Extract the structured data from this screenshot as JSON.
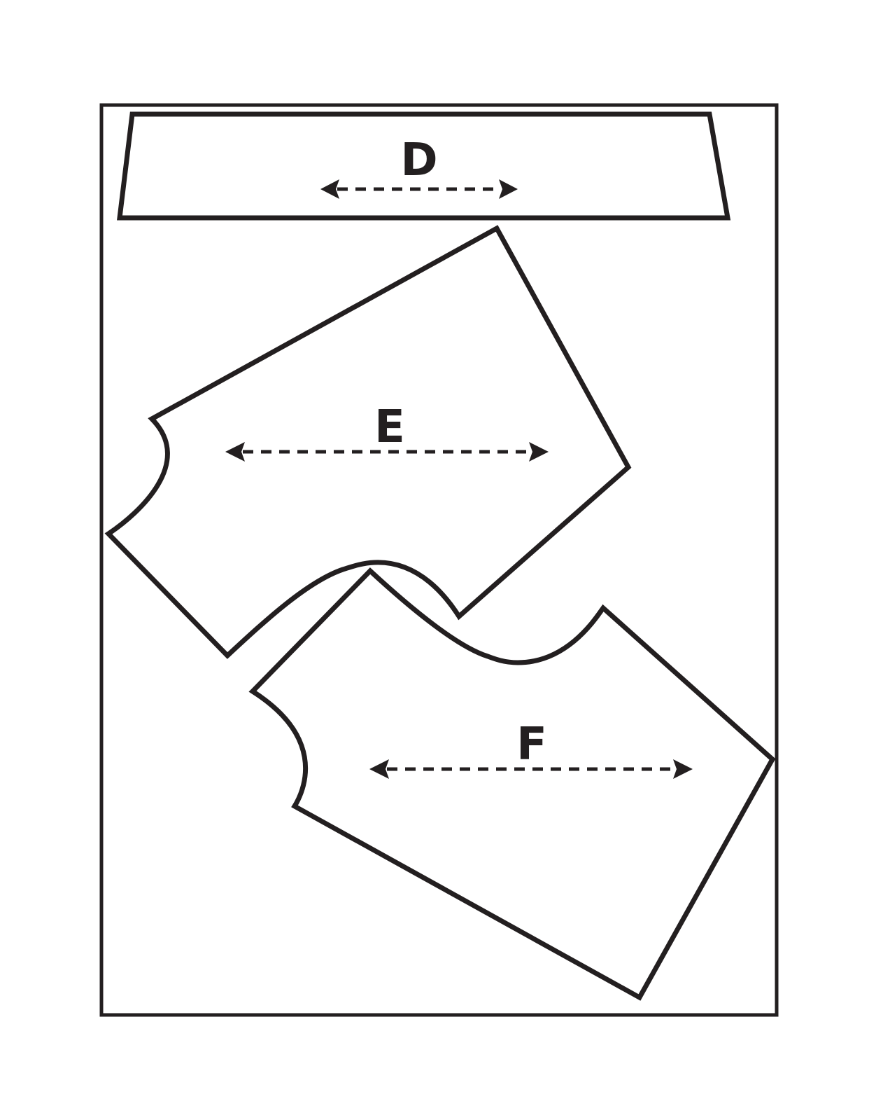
{
  "colors": {
    "ink": "#231f20",
    "background": "#ffffff"
  },
  "pieces": [
    {
      "id": "D",
      "label": "D"
    },
    {
      "id": "E",
      "label": "E"
    },
    {
      "id": "F",
      "label": "F"
    }
  ],
  "icons": {
    "grain_arrow": "double-headed-arrow-icon"
  }
}
